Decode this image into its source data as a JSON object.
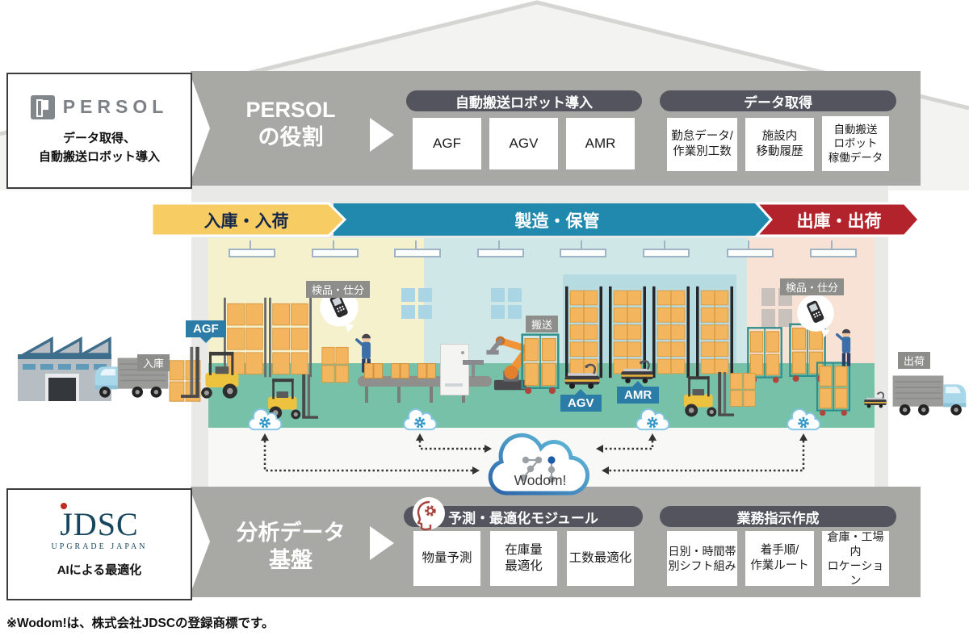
{
  "persol": {
    "logo_text": "PERSOL",
    "box_caption": "データ取得、\n自動搬送ロボット導入",
    "role_title": "PERSOL\nの役割",
    "robot_pill": "自動搬送ロボット導入",
    "robot_boxes": [
      "AGF",
      "AGV",
      "AMR"
    ],
    "data_pill": "データ取得",
    "data_boxes": [
      "勤怠データ/\n作業別工数",
      "施設内\n移動履歴",
      "自動搬送\nロボット\n稼働データ"
    ]
  },
  "flow": {
    "inbound": "入庫・入荷",
    "process": "製造・保管",
    "outbound": "出庫・出荷",
    "colors": {
      "inbound": "#f7cc63",
      "process": "#2289ae",
      "outbound": "#b2232c"
    }
  },
  "warehouse": {
    "tags": {
      "agf": "AGF",
      "agv": "AGV",
      "amr": "AMR"
    },
    "labels": {
      "inbound_dock": "入庫",
      "inspection_left": "検品・仕分",
      "transport": "搬送",
      "inspection_right": "検品・仕分",
      "shipping_dock": "出荷"
    },
    "cloud_name": "Wodom!"
  },
  "jdsc": {
    "logo_text": "JDSC",
    "logo_sub": "UPGRADE JAPAN",
    "box_caption": "AIによる最適化",
    "role_title": "分析データ\n基盤",
    "module_pill": "予測・最適化モジュール",
    "module_boxes": [
      "物量予測",
      "在庫量\n最適化",
      "工数最適化"
    ],
    "instruction_pill": "業務指示作成",
    "instruction_boxes": [
      "日別・時間帯\n別シフト組み",
      "着手順/\n作業ルート",
      "倉庫・工場内\nロケーション"
    ]
  },
  "footnote": "※Wodom!は、株式会社JDSCの登録商標です。",
  "colors": {
    "band_gray": "#a8a8a5",
    "pill_dark": "#54545e",
    "tag_teal": "#2b7da7",
    "tag_gray": "#8d8d8a",
    "floor_teal": "#76c1a8",
    "zone_yellow": "#f6f1cd",
    "zone_blue": "#cfe8e7",
    "zone_pink": "#f8e1d5",
    "box_orange": "#f2b35c",
    "cloud_blue": "#2f96c8"
  }
}
